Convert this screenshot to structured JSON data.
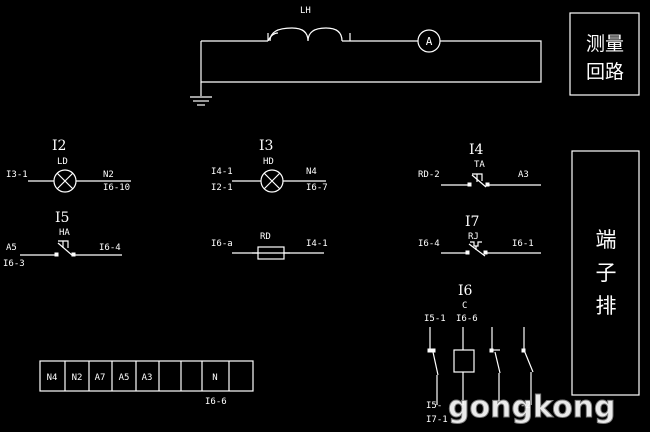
{
  "measure_loop": {
    "ct_label": "LH",
    "ammeter_symbol": "A",
    "title_line1": "测量",
    "title_line2": "回路"
  },
  "terminal_box": {
    "chars": [
      "端",
      "子",
      "排"
    ]
  },
  "i2": {
    "id": "I2",
    "device": "LD",
    "left": "I3-1",
    "right_top": "N2",
    "right_bottom": "I6-10"
  },
  "i3": {
    "id": "I3",
    "device": "HD",
    "left_top": "I4-1",
    "left_bottom": "I2-1",
    "right_top": "N4",
    "right_bottom": "I6-7"
  },
  "i4": {
    "id": "I4",
    "device": "TA",
    "left": "RD-2",
    "right": "A3"
  },
  "i5": {
    "id": "I5",
    "device": "HA",
    "left_top": "A5",
    "left_bottom": "I6-3",
    "right": "I6-4"
  },
  "fuse": {
    "device": "RD",
    "left": "I6-a",
    "right": "I4-1"
  },
  "i7": {
    "id": "I7",
    "device": "RJ",
    "left": "I6-4",
    "right": "I6-1"
  },
  "i6": {
    "id": "I6",
    "device": "C",
    "left_top": "I5-1",
    "right_top": "I6-6",
    "bottom_1": "I5-",
    "bottom_2": "I7-1",
    "bottom_3": "-2"
  },
  "terminal_strip": {
    "cells": [
      "N4",
      "N2",
      "A7",
      "A5",
      "A3",
      "",
      "",
      "N",
      ""
    ],
    "caption": "I6-6"
  },
  "watermark": "gongkong"
}
